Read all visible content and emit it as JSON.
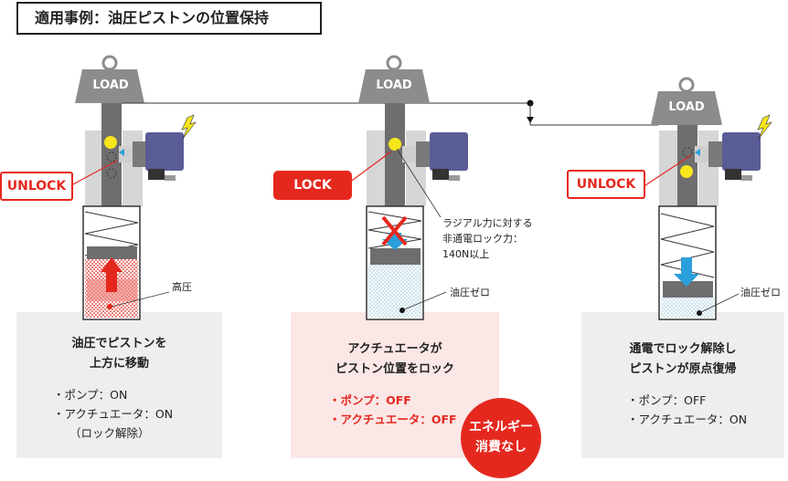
{
  "title": "適用事例：油圧ピストンの位置保持",
  "load_label": "LOAD",
  "stages": [
    {
      "status": "UNLOCK",
      "pressure_label": "高圧",
      "heading": [
        "油圧でピストンを",
        "上方に移動"
      ],
      "items": [
        "・ポンプ：ON",
        "・アクチュエータ：ON",
        "（ロック解除）"
      ]
    },
    {
      "status": "LOCK",
      "force_note": [
        "ラジアル力に対する",
        "非通電ロック力：",
        "140N以上"
      ],
      "pressure_label": "油圧ゼロ",
      "heading": [
        "アクチュエータが",
        "ピストン位置をロック"
      ],
      "items": [
        "・ポンプ：OFF",
        "・アクチュエータ：OFF"
      ],
      "badge": [
        "エネルギー",
        "消費なし"
      ]
    },
    {
      "status": "UNLOCK",
      "pressure_label": "油圧ゼロ",
      "heading": [
        "通電でロック解除し",
        "ピストンが原点復帰"
      ],
      "items": [
        "・ポンプ：OFF",
        "・アクチュエータ：ON"
      ]
    }
  ],
  "colors": {
    "red": "#e5281e",
    "panel_gray": "#eeeeee",
    "panel_pink": "#fbe7e6",
    "load_gray": "#8c8c8c",
    "motor_blue": "#5a5c96",
    "fluid_blue": "#bfe0ee",
    "arrow_blue": "#2b9fdb",
    "yellow": "#f7e61c"
  }
}
